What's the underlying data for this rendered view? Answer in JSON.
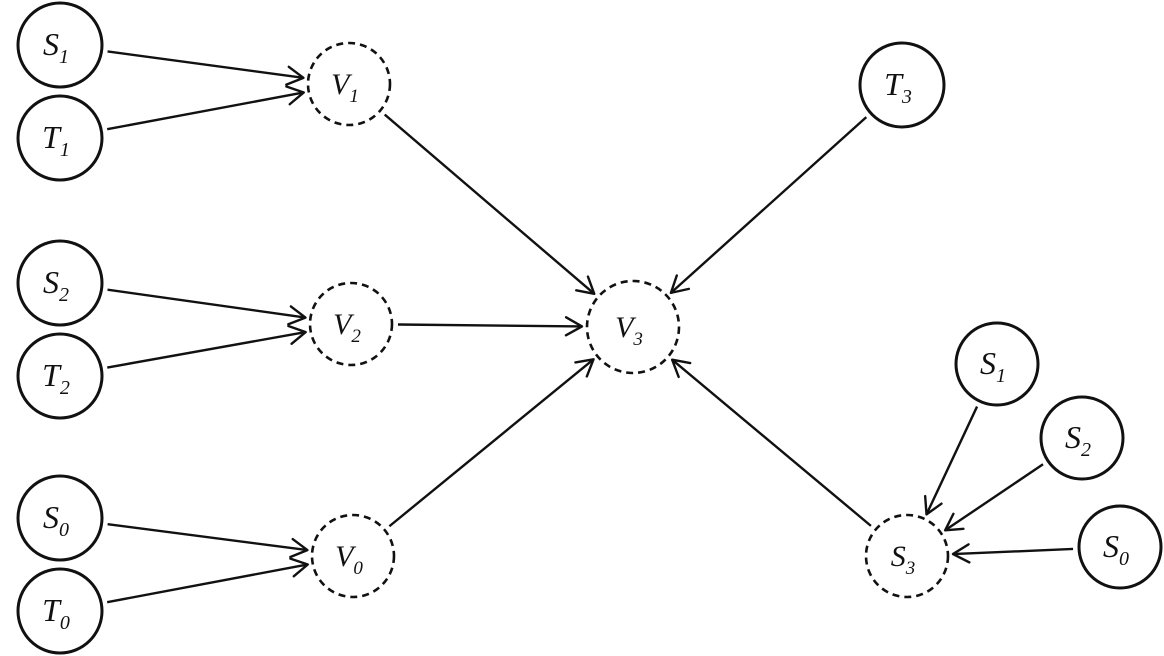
{
  "nodes": [
    {
      "id": "s1_left",
      "main": "S",
      "sub": "1",
      "style": "solid"
    },
    {
      "id": "t1",
      "main": "T",
      "sub": "1",
      "style": "solid"
    },
    {
      "id": "s2_left",
      "main": "S",
      "sub": "2",
      "style": "solid"
    },
    {
      "id": "t2",
      "main": "T",
      "sub": "2",
      "style": "solid"
    },
    {
      "id": "s0_left",
      "main": "S",
      "sub": "0",
      "style": "solid"
    },
    {
      "id": "t0",
      "main": "T",
      "sub": "0",
      "style": "solid"
    },
    {
      "id": "v1",
      "main": "V",
      "sub": "1",
      "style": "dashed"
    },
    {
      "id": "v2",
      "main": "V",
      "sub": "2",
      "style": "dashed"
    },
    {
      "id": "v0",
      "main": "V",
      "sub": "0",
      "style": "dashed"
    },
    {
      "id": "v3",
      "main": "V",
      "sub": "3",
      "style": "dashed"
    },
    {
      "id": "t3",
      "main": "T",
      "sub": "3",
      "style": "solid"
    },
    {
      "id": "s3",
      "main": "S",
      "sub": "3",
      "style": "dashed"
    },
    {
      "id": "s1_right",
      "main": "S",
      "sub": "1",
      "style": "solid"
    },
    {
      "id": "s2_right",
      "main": "S",
      "sub": "2",
      "style": "solid"
    },
    {
      "id": "s0_right",
      "main": "S",
      "sub": "0",
      "style": "solid"
    }
  ],
  "edges": [
    {
      "from": "s1_left",
      "to": "v1"
    },
    {
      "from": "t1",
      "to": "v1"
    },
    {
      "from": "s2_left",
      "to": "v2"
    },
    {
      "from": "t2",
      "to": "v2"
    },
    {
      "from": "s0_left",
      "to": "v0"
    },
    {
      "from": "t0",
      "to": "v0"
    },
    {
      "from": "v1",
      "to": "v3"
    },
    {
      "from": "v2",
      "to": "v3"
    },
    {
      "from": "v0",
      "to": "v3"
    },
    {
      "from": "t3",
      "to": "v3"
    },
    {
      "from": "s3",
      "to": "v3"
    },
    {
      "from": "s1_right",
      "to": "s3"
    },
    {
      "from": "s2_right",
      "to": "s3"
    },
    {
      "from": "s0_right",
      "to": "s3"
    }
  ]
}
